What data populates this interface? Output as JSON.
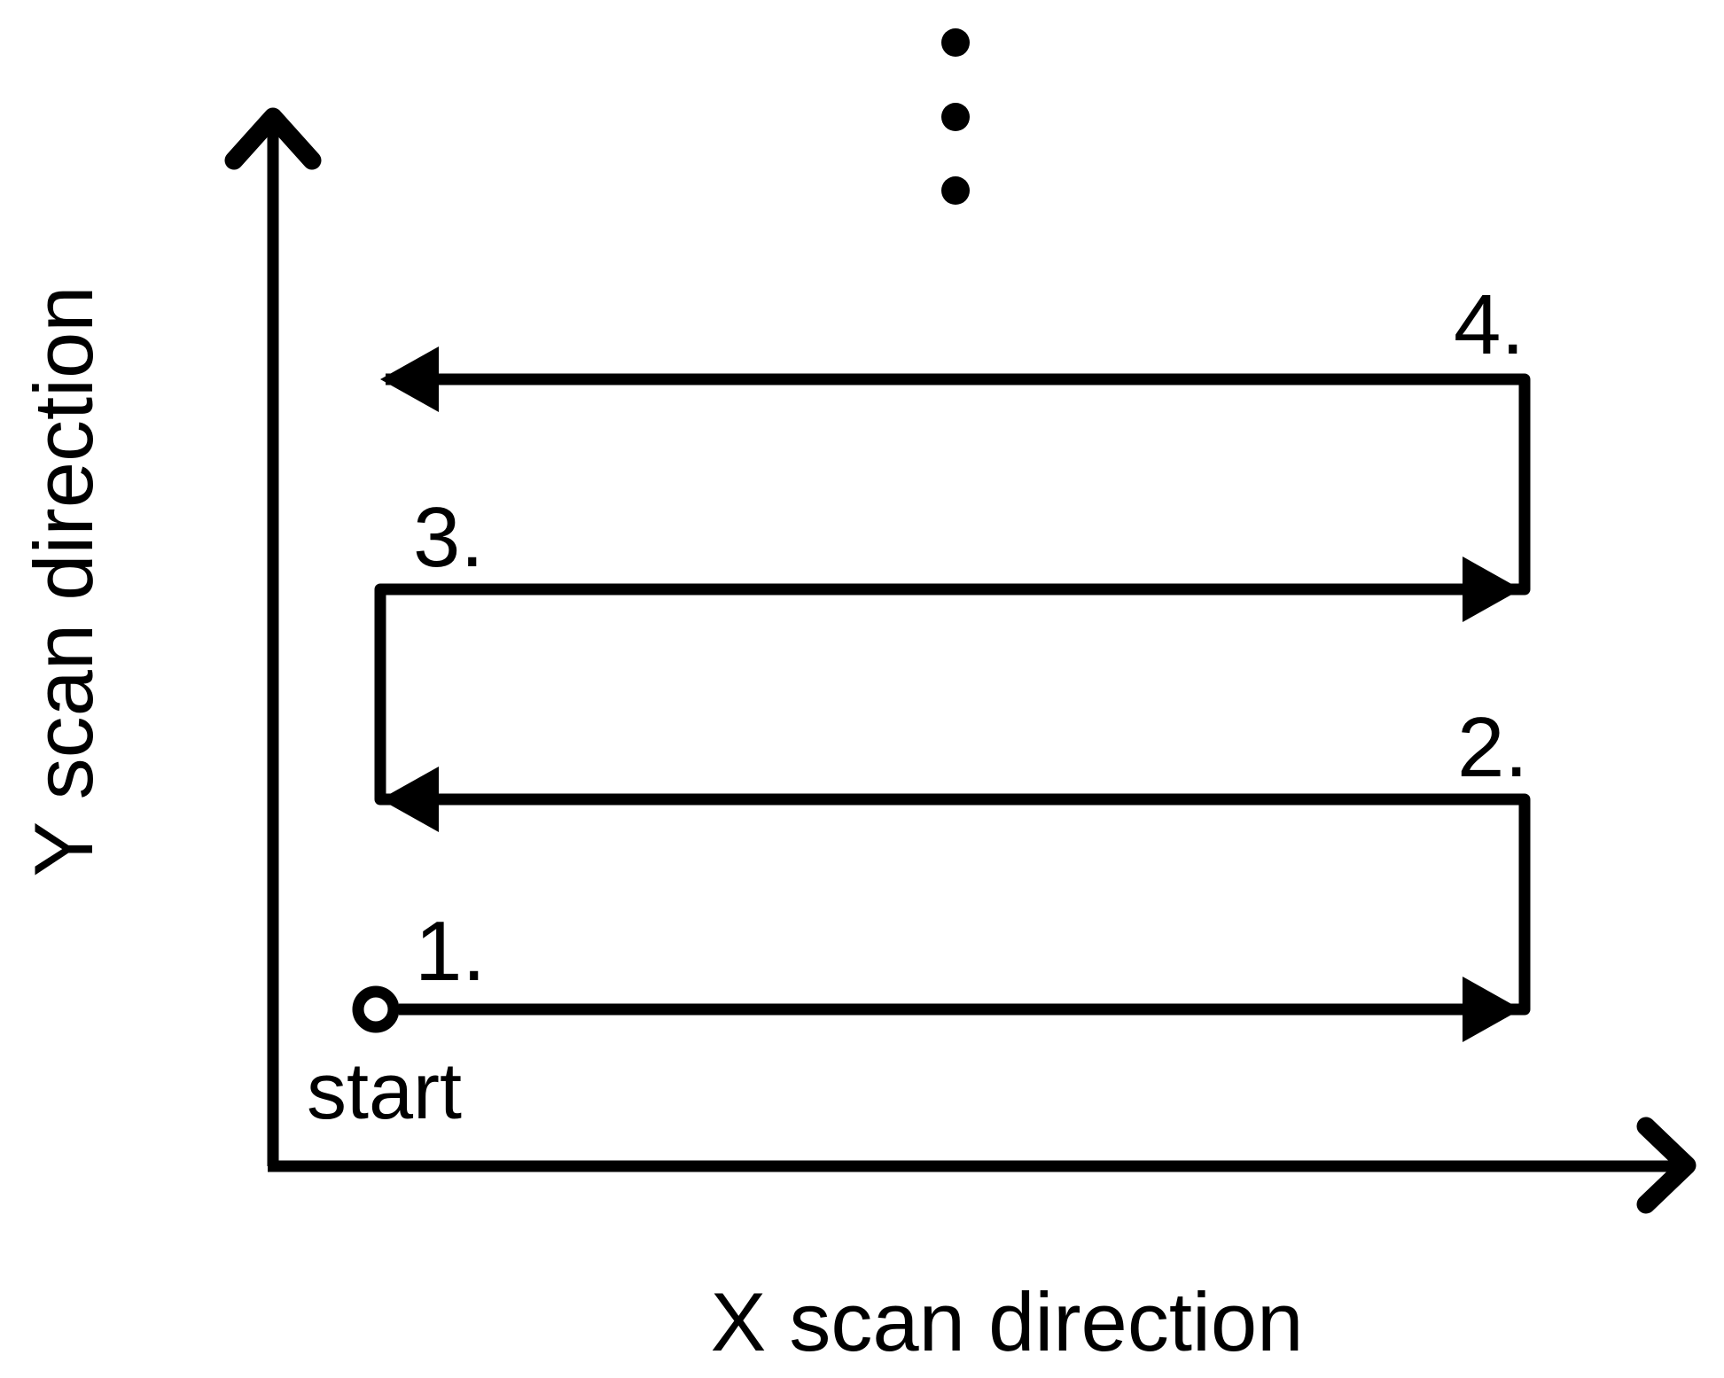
{
  "diagram": {
    "y_axis": {
      "label": "Y scan direction"
    },
    "x_axis": {
      "label": "X scan direction"
    },
    "start": {
      "label": "start"
    },
    "scan_segments": [
      {
        "label": "1.",
        "direction": "right"
      },
      {
        "label": "2.",
        "direction": "left"
      },
      {
        "label": "3.",
        "direction": "right"
      },
      {
        "label": "4.",
        "direction": "left"
      }
    ],
    "continuation": {
      "style": "vertical-ellipsis",
      "dot_count": 3
    },
    "colors": {
      "ink": "#000000",
      "background": "#ffffff"
    }
  }
}
